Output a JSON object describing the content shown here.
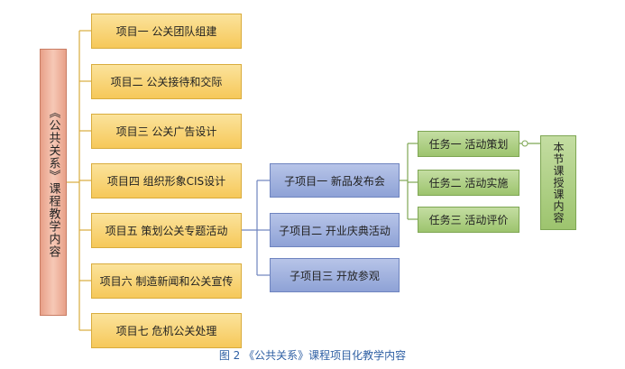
{
  "root": {
    "label": "《公共关系》课程教学内容"
  },
  "projects": [
    {
      "label": "项目一  公关团队组建"
    },
    {
      "label": "项目二  公关接待和交际"
    },
    {
      "label": "项目三  公关广告设计"
    },
    {
      "label": "项目四  组织形象CIS设计"
    },
    {
      "label": "项目五  策划公关专题活动"
    },
    {
      "label": "项目六  制造新闻和公关宣传"
    },
    {
      "label": "项目七  危机公关处理"
    }
  ],
  "subprojects": [
    {
      "label": "子项目一  新品发布会"
    },
    {
      "label": "子项目二  开业庆典活动"
    },
    {
      "label": "子项目三  开放参观"
    }
  ],
  "tasks": [
    {
      "label": "任务一  活动策划"
    },
    {
      "label": "任务二  活动实施"
    },
    {
      "label": "任务三  活动评价"
    }
  ],
  "lesson": {
    "label": "本节课授课内容"
  },
  "caption": "图 2 《公共关系》课程项目化教学内容",
  "colors": {
    "project_fill": "#f6c859",
    "subproject_fill": "#8ea2d6",
    "task_fill": "#9dc46e",
    "root_fill": "#e8a088",
    "caption": "#2e5fa3"
  }
}
